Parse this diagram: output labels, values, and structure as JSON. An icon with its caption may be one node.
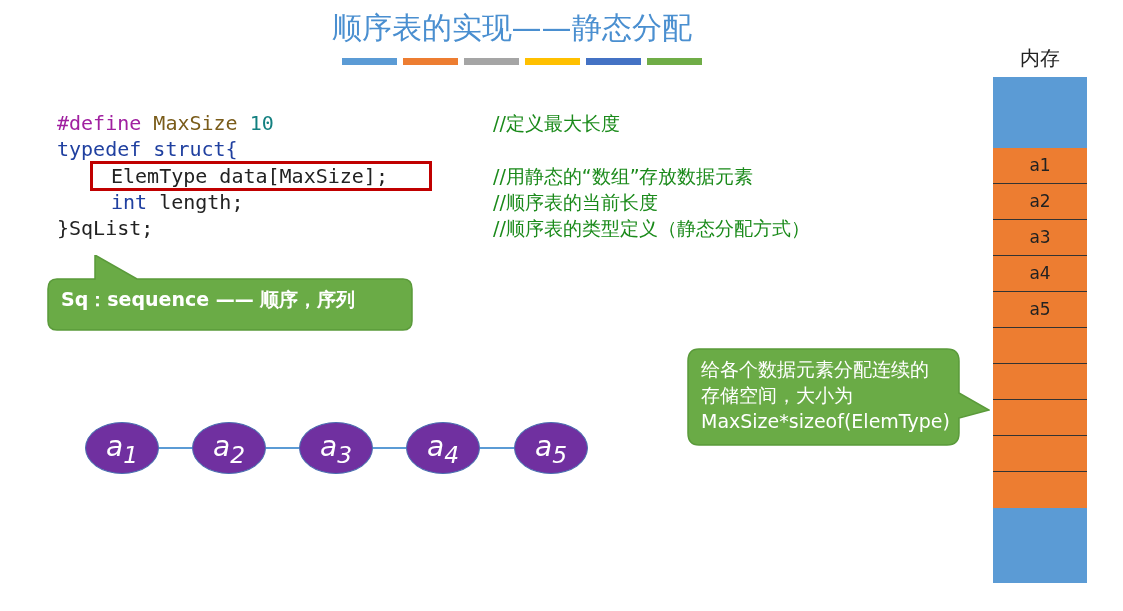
{
  "diagram": {
    "title": "顺序表的实现——静态分配",
    "nodes": [
      {
        "text": [
          "ElemType data[MaxSize];"
        ]
      },
      {
        "text": [
          "Sq：sequence —— 顺序，序列"
        ]
      },
      {
        "text": [
          "a$_{1}$"
        ]
      },
      {
        "text": [
          "a$_{2}$"
        ]
      },
      {
        "text": [
          "a$_{3}$"
        ]
      },
      {
        "text": [
          "a$_{4}$"
        ]
      },
      {
        "text": [
          "a$_{5}$"
        ]
      },
      {
        "text": [
          "给各个数据元素分配连续的存储空间，大小为MaxSize*sizeof(ElemType)"
        ]
      },
      {
        "text": [
          "内存"
        ]
      },
      {
        "text": [
          "a1"
        ],
        "in": 8
      },
      {
        "text": [
          "a2"
        ],
        "in": 8
      },
      {
        "text": [
          "a3"
        ],
        "in": 8
      },
      {
        "text": [
          "a4"
        ],
        "in": 8
      },
      {
        "text": [
          "a5"
        ],
        "in": 8
      },
      {
        "text": [],
        "shape": "box",
        "in": 8
      },
      {
        "text": [],
        "shape": "box",
        "in": 8
      },
      {
        "text": [],
        "shape": "box",
        "in": 8
      },
      {
        "text": [],
        "shape": "box",
        "in": 8
      },
      {
        "text": [],
        "shape": "box",
        "in": 8
      }
    ],
    "edges": [
      {
        "from": 2,
        "to": 3,
        "arrow": "none"
      },
      {
        "from": 3,
        "to": 4,
        "arrow": "none"
      },
      {
        "from": 4,
        "to": 5,
        "arrow": "none"
      },
      {
        "from": 5,
        "to": 6,
        "arrow": "none"
      }
    ],
    "labels": [
      "#define MaxSize 10",
      "//定义最大长度",
      "typedef struct{",
      "//用静态的“数组”存放数据元素",
      "int length;",
      "//顺序表的当前长度",
      "}SqList;",
      "//顺序表的类型定义（静态分配方式）"
    ]
  }
}
